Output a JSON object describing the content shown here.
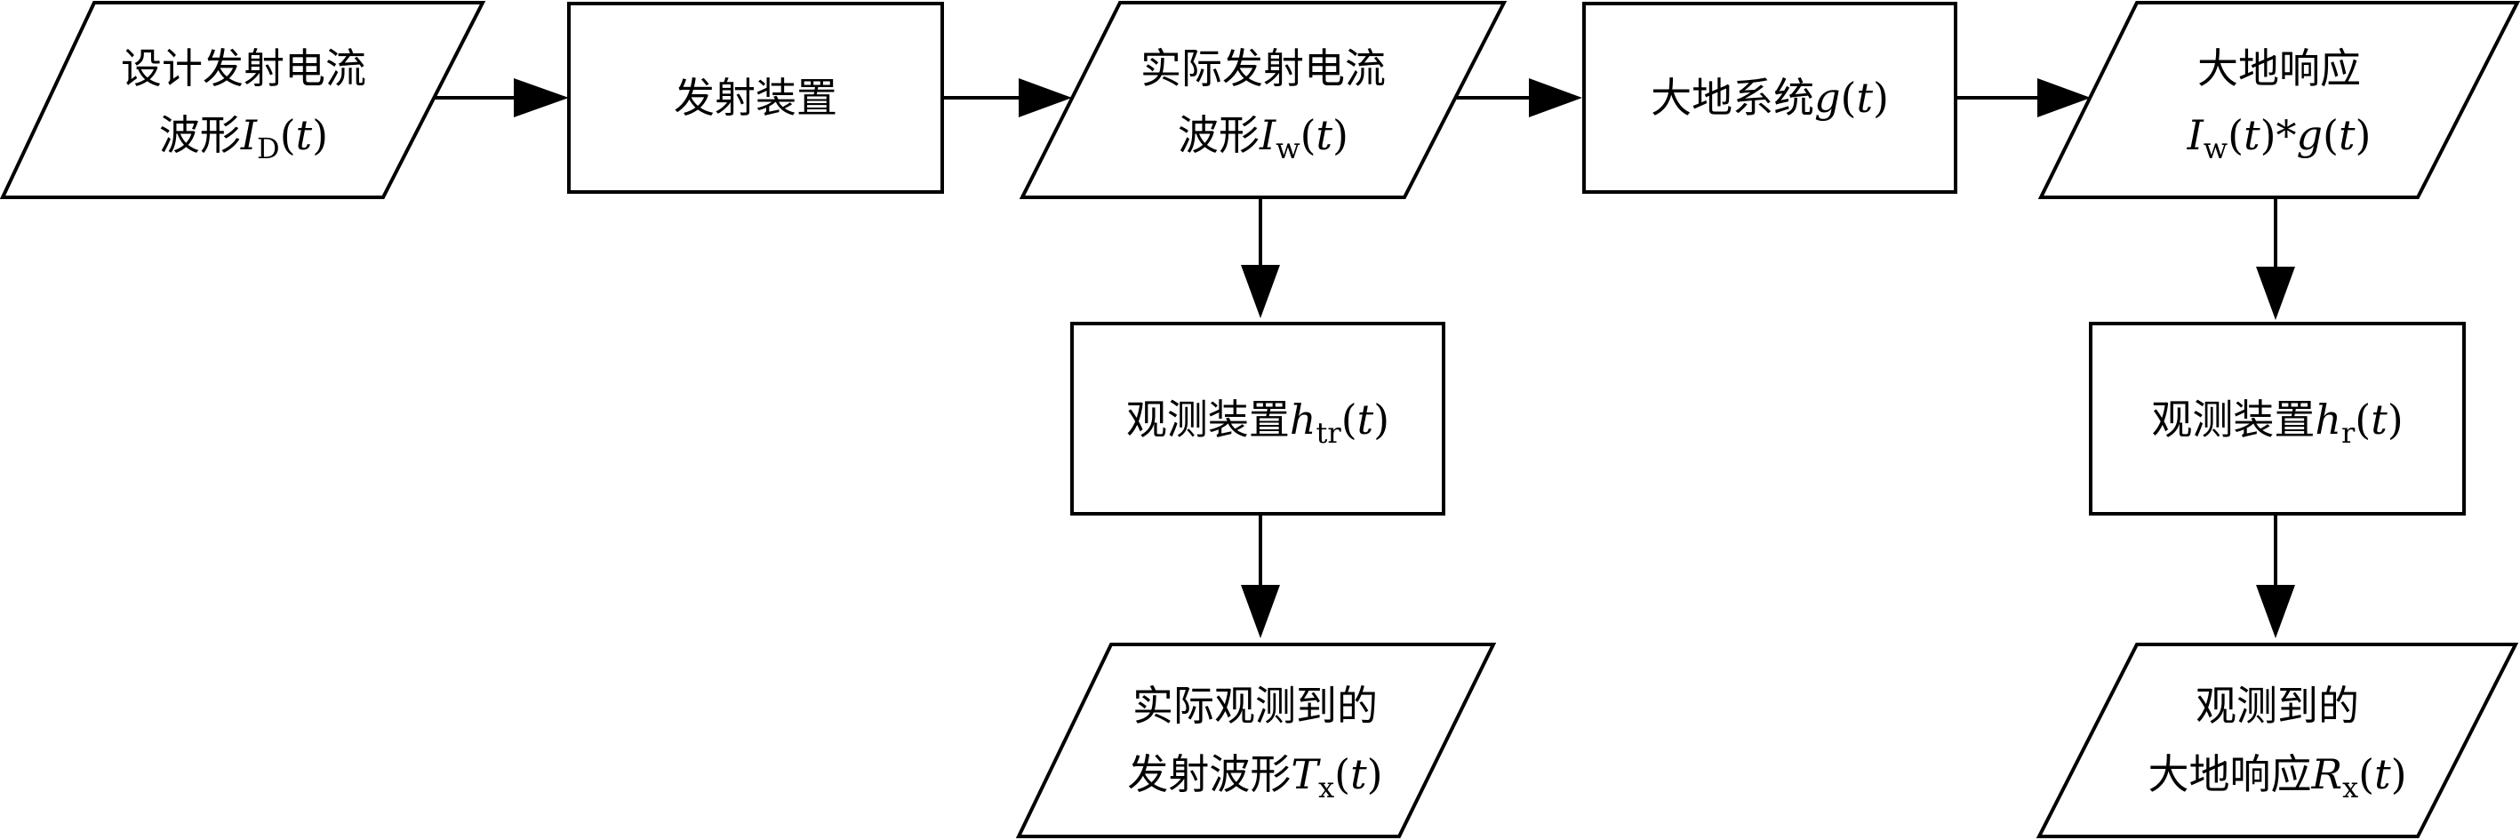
{
  "nodes": {
    "design_waveform": {
      "line1": "设计发射电流",
      "line2_prefix": "波形",
      "line2_var": "I",
      "line2_sub": "D",
      "line2_open": "(",
      "line2_arg": "t",
      "line2_close": ")"
    },
    "transmitter": {
      "text": "发射装置"
    },
    "actual_waveform": {
      "line1": "实际发射电流",
      "line2_prefix": "波形",
      "line2_var": "I",
      "line2_sub": "w",
      "line2_open": "(",
      "line2_arg": "t",
      "line2_close": ")"
    },
    "earth_system": {
      "prefix": "大地系统",
      "var": "g",
      "open": "(",
      "arg": "t",
      "close": ")"
    },
    "earth_response": {
      "line1": "大地响应",
      "var1": "I",
      "sub1": "w",
      "open1": "(",
      "arg1": "t",
      "close1": ")",
      "op": "*",
      "var2": "g",
      "open2": "(",
      "arg2": "t",
      "close2": ")"
    },
    "tx_observer": {
      "prefix": "观测装置",
      "var": "h",
      "sub": "tr",
      "open": "(",
      "arg": "t",
      "close": ")"
    },
    "rx_observer": {
      "prefix": "观测装置",
      "var": "h",
      "sub": "r",
      "open": "(",
      "arg": "t",
      "close": ")"
    },
    "observed_tx": {
      "line1": "实际观测到的",
      "line2_prefix": "发射波形",
      "line2_var": "T",
      "line2_sub": "x",
      "line2_open": "(",
      "line2_arg": "t",
      "line2_close": ")"
    },
    "observed_rx": {
      "line1": "观测到的",
      "line2_prefix": "大地响应",
      "line2_var": "R",
      "line2_sub": "x",
      "line2_open": "(",
      "line2_arg": "t",
      "line2_close": ")"
    }
  },
  "edges": [
    {
      "from": "design_waveform",
      "to": "transmitter"
    },
    {
      "from": "transmitter",
      "to": "actual_waveform"
    },
    {
      "from": "actual_waveform",
      "to": "earth_system"
    },
    {
      "from": "earth_system",
      "to": "earth_response"
    },
    {
      "from": "actual_waveform",
      "to": "tx_observer"
    },
    {
      "from": "tx_observer",
      "to": "observed_tx"
    },
    {
      "from": "earth_response",
      "to": "rx_observer"
    },
    {
      "from": "rx_observer",
      "to": "observed_rx"
    }
  ]
}
